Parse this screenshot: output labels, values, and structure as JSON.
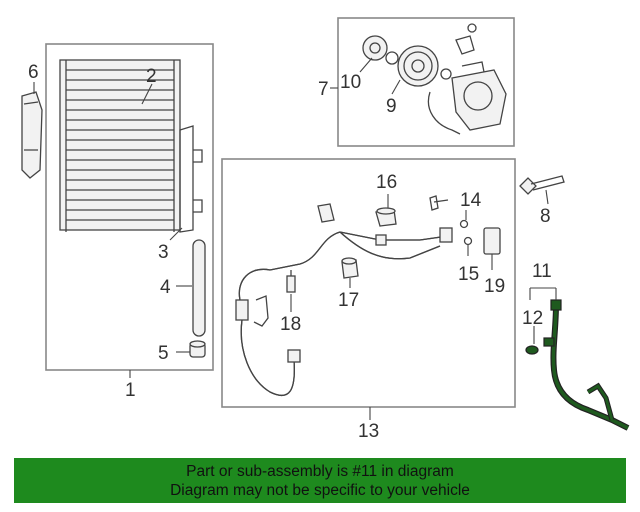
{
  "callouts": [
    {
      "id": "1",
      "label": "1"
    },
    {
      "id": "2",
      "label": "2"
    },
    {
      "id": "3",
      "label": "3"
    },
    {
      "id": "4",
      "label": "4"
    },
    {
      "id": "5",
      "label": "5"
    },
    {
      "id": "6",
      "label": "6"
    },
    {
      "id": "7",
      "label": "7"
    },
    {
      "id": "8",
      "label": "8"
    },
    {
      "id": "9",
      "label": "9"
    },
    {
      "id": "10",
      "label": "10"
    },
    {
      "id": "11",
      "label": "11"
    },
    {
      "id": "12",
      "label": "12"
    },
    {
      "id": "13",
      "label": "13"
    },
    {
      "id": "14",
      "label": "14"
    },
    {
      "id": "15",
      "label": "15"
    },
    {
      "id": "16",
      "label": "16"
    },
    {
      "id": "17",
      "label": "17"
    },
    {
      "id": "18",
      "label": "18"
    },
    {
      "id": "19",
      "label": "19"
    }
  ],
  "highlight_part": "11",
  "colors": {
    "banner_bg": "#1e8a1e",
    "highlight": "#1f5a1f",
    "line": "#444444",
    "box": "#888888"
  },
  "banner": {
    "line1": "Part or sub-assembly is #11 in diagram",
    "line2": "Diagram may not be specific to your vehicle"
  }
}
